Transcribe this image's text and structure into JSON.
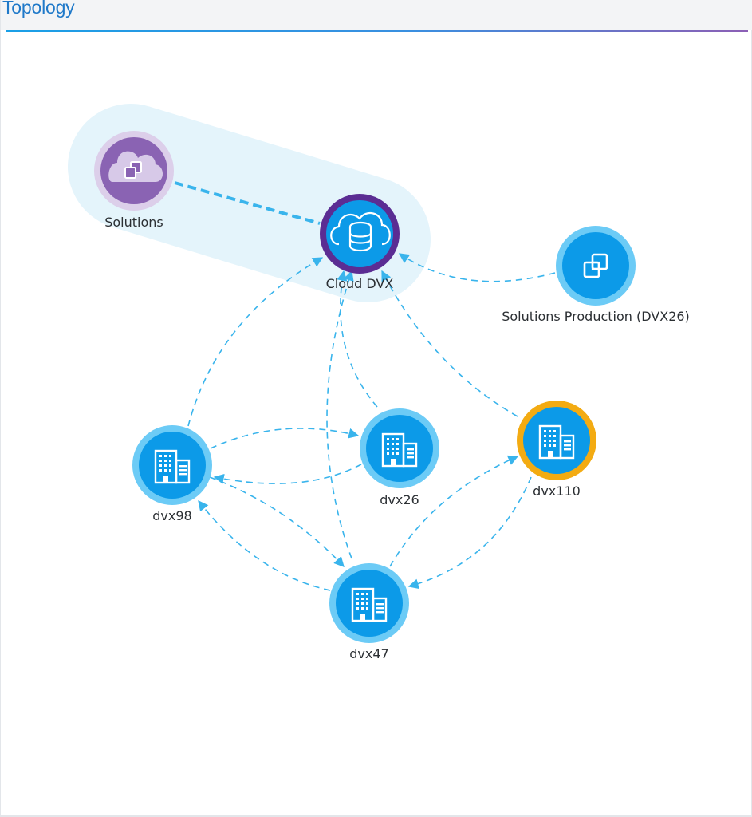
{
  "header": {
    "title": "Topology"
  },
  "colors": {
    "accent": "#1a9fe6",
    "node": "#0c9ae8",
    "node_ring": "#6ccbf6",
    "purple_node": "#8a63b3",
    "purple_ring": "#5b2d93",
    "selected_ring": "#f3ab12",
    "edge": "#39b4ec",
    "group": "#e4f4fb"
  },
  "nodes": {
    "solutions": {
      "label": "Solutions",
      "icon": "cloud-shared-icon"
    },
    "cloud_dvx": {
      "label": "Cloud DVX",
      "icon": "cloud-database-icon"
    },
    "solutions_production": {
      "label": "Solutions Production (DVX26)",
      "icon": "shared-squares-icon"
    },
    "dvx98": {
      "label": "dvx98",
      "icon": "building-icon"
    },
    "dvx26": {
      "label": "dvx26",
      "icon": "building-icon"
    },
    "dvx110": {
      "label": "dvx110",
      "icon": "building-icon",
      "selected": true
    },
    "dvx47": {
      "label": "dvx47",
      "icon": "building-icon"
    }
  },
  "edges": [
    {
      "from": "Solutions",
      "to": "Cloud DVX"
    },
    {
      "from": "Solutions Production (DVX26)",
      "to": "Cloud DVX"
    },
    {
      "from": "dvx98",
      "to": "Cloud DVX"
    },
    {
      "from": "dvx26",
      "to": "Cloud DVX"
    },
    {
      "from": "dvx47",
      "to": "Cloud DVX"
    },
    {
      "from": "dvx110",
      "to": "Cloud DVX"
    },
    {
      "from": "dvx98",
      "to": "dvx26"
    },
    {
      "from": "dvx26",
      "to": "dvx98"
    },
    {
      "from": "dvx98",
      "to": "dvx47"
    },
    {
      "from": "dvx47",
      "to": "dvx98"
    },
    {
      "from": "dvx47",
      "to": "dvx110"
    },
    {
      "from": "dvx110",
      "to": "dvx47"
    }
  ]
}
